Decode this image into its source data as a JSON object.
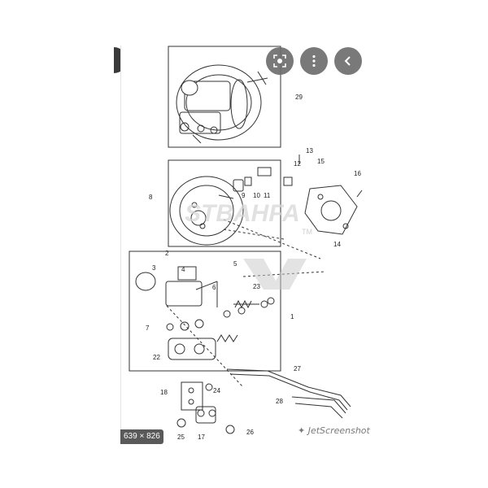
{
  "image_info": {
    "dimensions_label": "639 × 826"
  },
  "overlay_buttons": {
    "lens_icon": "lens-icon",
    "more_icon": "more-vert-icon",
    "back_icon": "chevron-left-icon"
  },
  "watermark": {
    "brand": "STBAHFA",
    "trademark": "TM",
    "screenshot_tool": "JetScreenshot"
  },
  "diagram": {
    "callouts": [
      "29",
      "13",
      "12",
      "15",
      "16",
      "8",
      "9",
      "10",
      "11",
      "14",
      "2",
      "3",
      "4",
      "5",
      "6",
      "23",
      "1",
      "7",
      "22",
      "27",
      "28",
      "18",
      "24",
      "25",
      "17",
      "26"
    ]
  },
  "colors": {
    "line": "#333333",
    "overlay_button": "#6e6e6e",
    "watermark": "#c9c9c9"
  }
}
